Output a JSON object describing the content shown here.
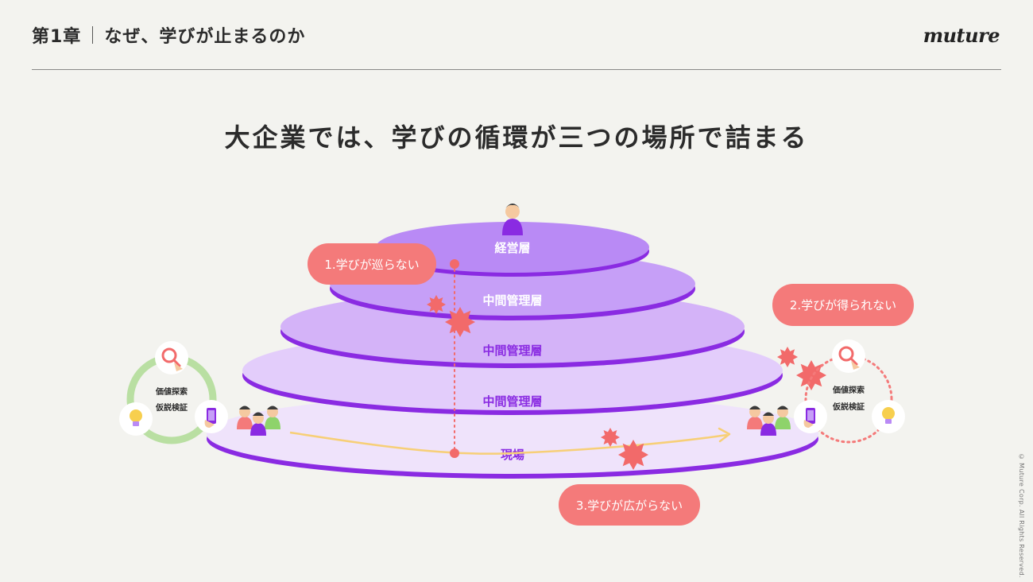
{
  "header": {
    "chapter": "第1章",
    "subtitle": "なぜ、学びが止まるのか",
    "logo": "muture"
  },
  "title": "大企業では、学びの循環が三つの場所で詰まる",
  "layers": {
    "top": "経営層",
    "mid1": "中間管理層",
    "mid2": "中間管理層",
    "mid3": "中間管理層",
    "base": "現場"
  },
  "problems": {
    "p1": "1.学びが巡らない",
    "p2": "2.学びが得られない",
    "p3": "3.学びが広がらない"
  },
  "cycle_left": {
    "line1": "価値探索",
    "line2": "仮説検証"
  },
  "cycle_right": {
    "line1": "価値探索",
    "line2": "仮説検証"
  },
  "icons": [
    "person-icon",
    "people-icon",
    "search-icon",
    "lightbulb-icon",
    "phone-icon",
    "burst-icon"
  ],
  "colors": {
    "top_layer": "#b98af5",
    "layer_edge": "#8a2be2",
    "base_layer": "#efe3fb",
    "pill": "#f47a7a",
    "burst": "#f26a6a",
    "cycle_green": "#b9dfa2",
    "arrow": "#f7cf77"
  },
  "copyright": "© Muture Corp. All Rights Reserved."
}
